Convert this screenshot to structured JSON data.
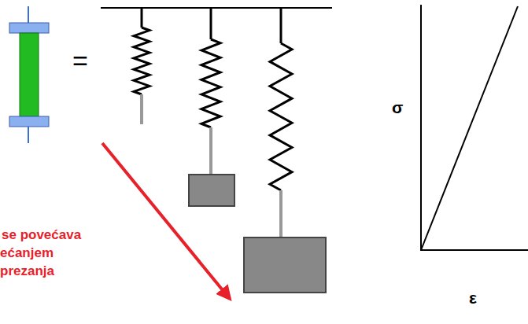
{
  "diagram": {
    "labels": [
      "=",
      "se povećava",
      "ećanjem",
      "prezanja",
      "σ",
      "ε"
    ]
  }
}
